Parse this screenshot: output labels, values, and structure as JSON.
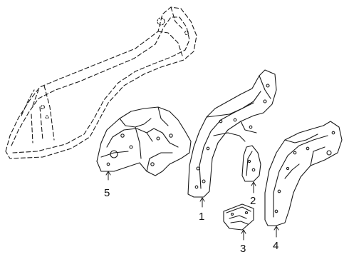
{
  "diagram": {
    "style": {
      "stroke_color": "#1a1a1a",
      "background": "#ffffff"
    },
    "callouts": [
      {
        "id": "1",
        "label": "1"
      },
      {
        "id": "2",
        "label": "2"
      },
      {
        "id": "3",
        "label": "3"
      },
      {
        "id": "4",
        "label": "4"
      },
      {
        "id": "5",
        "label": "5"
      }
    ]
  }
}
